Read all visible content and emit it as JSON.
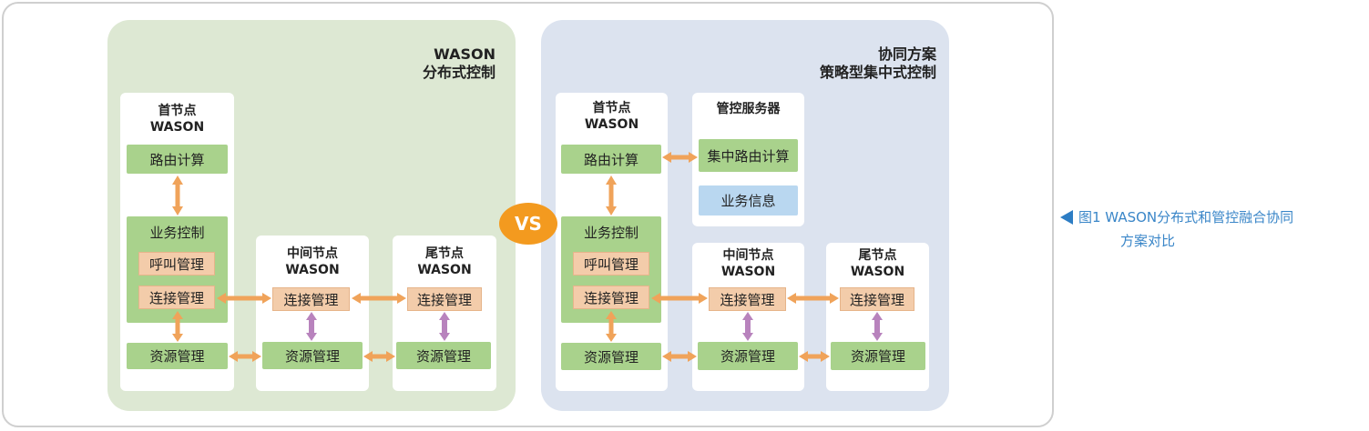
{
  "left_panel": {
    "title_line1": "WASON",
    "title_line2": "分布式控制",
    "head_node": {
      "title_line1": "首节点",
      "title_line2": "WASON",
      "route": "路由计算",
      "service": "业务控制",
      "call": "呼叫管理",
      "conn": "连接管理",
      "resource": "资源管理"
    },
    "mid_node": {
      "title_line1": "中间节点",
      "title_line2": "WASON",
      "conn": "连接管理",
      "resource": "资源管理"
    },
    "tail_node": {
      "title_line1": "尾节点",
      "title_line2": "WASON",
      "conn": "连接管理",
      "resource": "资源管理"
    }
  },
  "vs_label": "VS",
  "right_panel": {
    "title_line1": "协同方案",
    "title_line2": "策略型集中式控制",
    "head_node": {
      "title_line1": "首节点",
      "title_line2": "WASON",
      "route": "路由计算",
      "service": "业务控制",
      "call": "呼叫管理",
      "conn": "连接管理",
      "resource": "资源管理"
    },
    "server": {
      "title": "管控服务器",
      "central_route": "集中路由计算",
      "service_info": "业务信息"
    },
    "mid_node": {
      "title_line1": "中间节点",
      "title_line2": "WASON",
      "conn": "连接管理",
      "resource": "资源管理"
    },
    "tail_node": {
      "title_line1": "尾节点",
      "title_line2": "WASON",
      "conn": "连接管理",
      "resource": "资源管理"
    }
  },
  "caption": {
    "line1": "图1   WASON分布式和管控融合协同",
    "line2": "方案对比"
  },
  "colors": {
    "orange_arrow": "#f0a35a",
    "purple_arrow": "#b883bd",
    "green_box": "#a9d28c",
    "peach_box": "#f3ccaa",
    "blue_box": "#b9d7f0",
    "caption": "#3a86c8",
    "vs": "#f39a1f"
  }
}
